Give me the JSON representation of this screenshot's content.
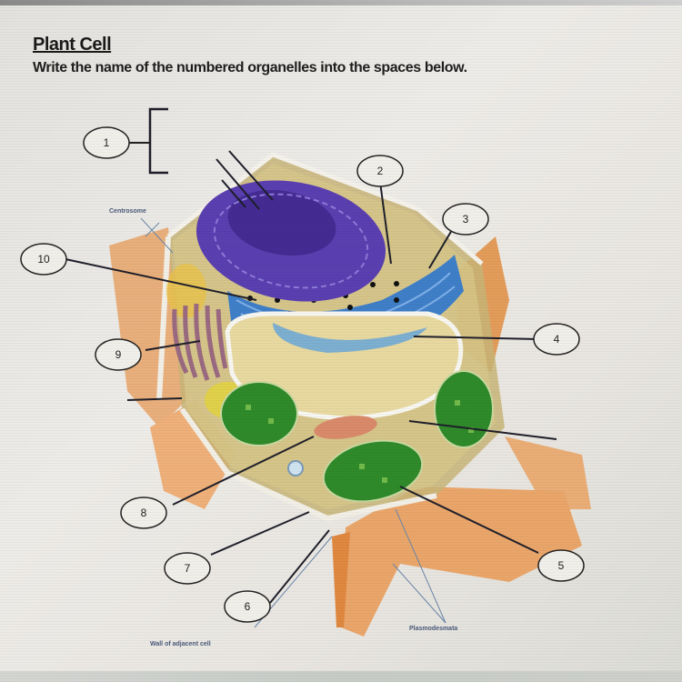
{
  "worksheet": {
    "title": "Plant Cell",
    "instructions": "Write the name of the numbered organelles into the spaces below."
  },
  "diagram": {
    "callouts": [
      {
        "number": "1"
      },
      {
        "number": "2"
      },
      {
        "number": "3"
      },
      {
        "number": "4"
      },
      {
        "number": "5"
      },
      {
        "number": "6"
      },
      {
        "number": "7"
      },
      {
        "number": "8"
      },
      {
        "number": "9"
      },
      {
        "number": "10"
      }
    ],
    "printed_labels": {
      "centrosome": "Centrosome",
      "wall_of_adjacent_cell": "Wall of adjacent cell",
      "plasmodesmata": "Plasmodesmata"
    },
    "colors": {
      "nucleus": "#5a3fb0",
      "er": "#3f7fc8",
      "vacuole": "#e8d9a0",
      "chloroplast": "#2f8a2a",
      "cell_wall": "#e7a468",
      "golgi": "#9a6a80"
    }
  }
}
